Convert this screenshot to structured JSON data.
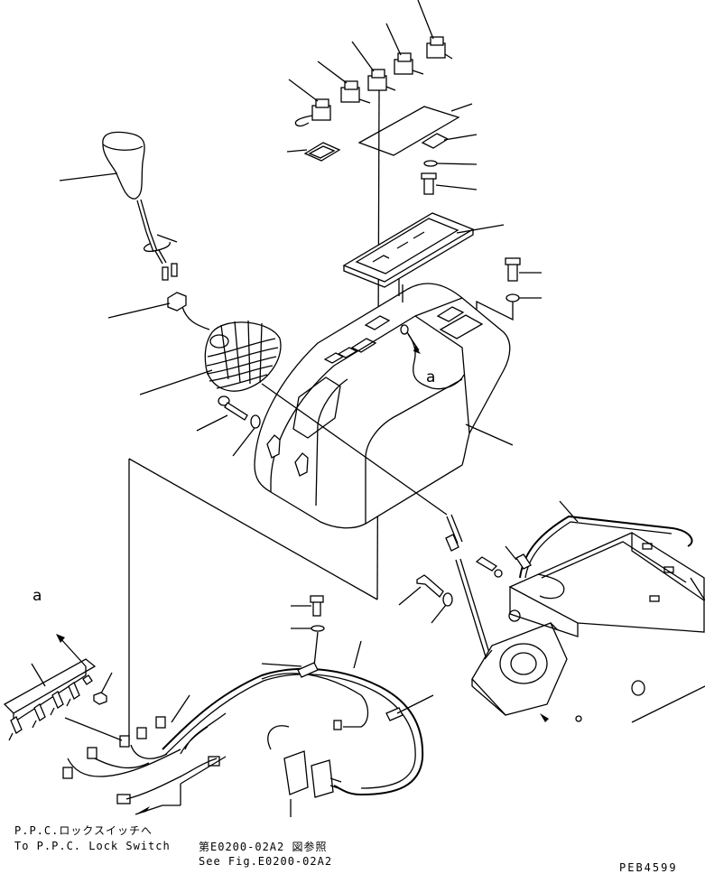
{
  "callouts": {
    "detail_a_upper": "a",
    "detail_a_lower": "a"
  },
  "notes": {
    "ppc_jp": "P.P.C.ロックスイッチへ",
    "ppc_en": "To P.P.C. Lock Switch",
    "ref_jp": "第E0200-02A2 図参照",
    "ref_en": "See Fig.E0200-02A2"
  },
  "drawing_code": "PEB4599"
}
